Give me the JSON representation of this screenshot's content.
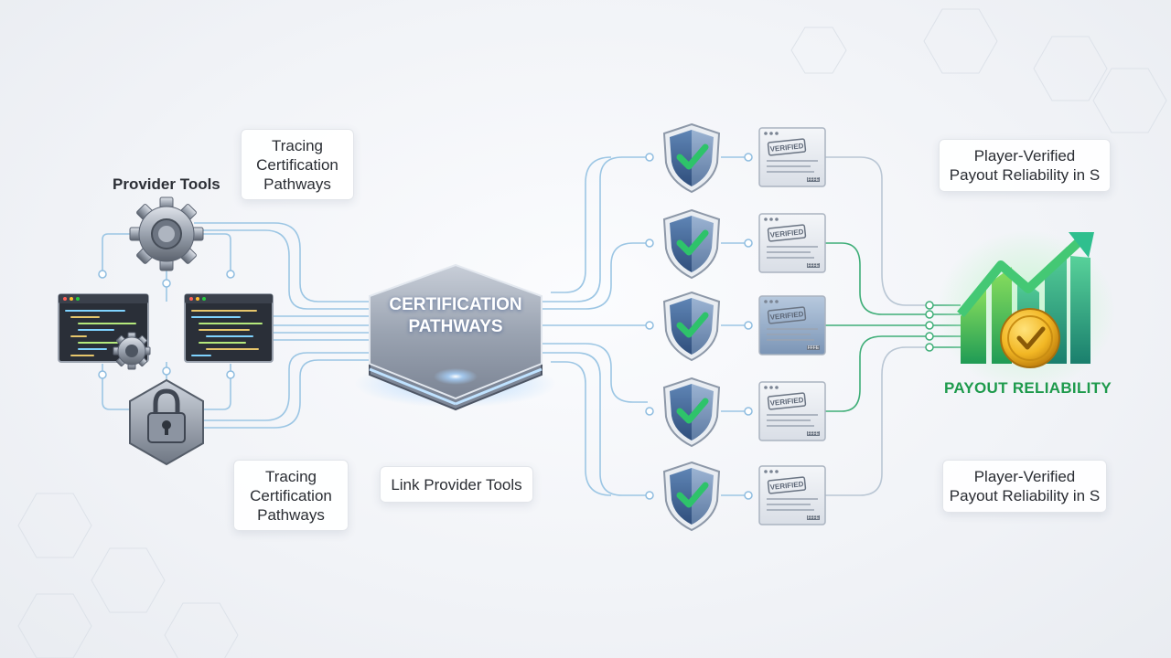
{
  "hub": {
    "title_line1": "CERTIFICATION",
    "title_line2": "PATHWAYS"
  },
  "labels": {
    "provider_tools": "Provider Tools",
    "tracing_top": {
      "line1": "Tracing",
      "line2": "Certification",
      "line3": "Pathways"
    },
    "tracing_bottom": {
      "line1": "Tracing",
      "line2": "Certification",
      "line3": "Pathways"
    },
    "link_provider_tools": "Link Provider Tools",
    "player_verified_top": {
      "line1": "Player-Verified",
      "line2": "Payout Reliability in S"
    },
    "player_verified_bottom": {
      "line1": "Player-Verified",
      "line2": "Payout Reliability in S"
    },
    "payout_reliability": "PAYOUT RELIABILITY"
  },
  "verification_rows": [
    {
      "stamp": "VERIFIED",
      "footer": "FFFE"
    },
    {
      "stamp": "VERIFIED",
      "footer": "FFFE"
    },
    {
      "stamp": "VERIFIED",
      "footer": "FFFE"
    },
    {
      "stamp": "VERIFIED",
      "footer": "FFFE"
    },
    {
      "stamp": "VERIFIED",
      "footer": "FFFE"
    }
  ],
  "colors": {
    "line_blue": "#9cc6e4",
    "line_green": "#3fae78",
    "shield_check": "#2ec36a",
    "accent_green": "#1e9a4c",
    "coin_gold": "#f2b724"
  },
  "icons": [
    "gear-icon",
    "code-window-icon",
    "padlock-icon",
    "shield-check-icon",
    "document-icon",
    "growth-chart-icon",
    "coin-check-icon"
  ]
}
